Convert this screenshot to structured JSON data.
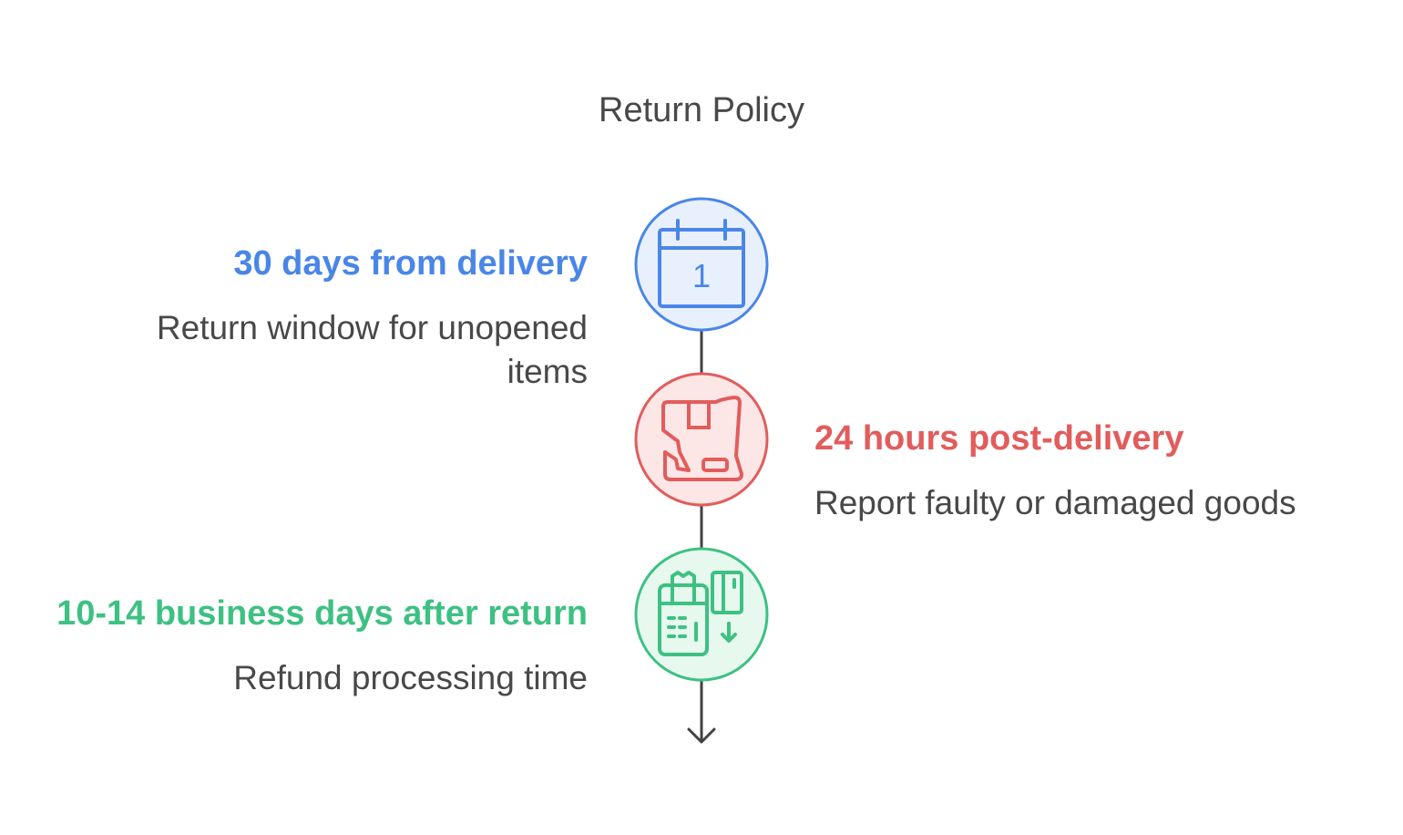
{
  "title": "Return Policy",
  "colors": {
    "blue": "#4a86e8",
    "blue_fill": "#e8f0fd",
    "red": "#e25c5c",
    "red_fill": "#fde6e6",
    "green": "#3dc182",
    "green_fill": "#e7f8ef",
    "text": "#484848",
    "connector": "#424242"
  },
  "steps": [
    {
      "heading": "30 days from delivery",
      "description": "Return window for unopened items",
      "icon": "calendar-icon",
      "icon_text": "1",
      "side": "left",
      "color": "blue"
    },
    {
      "heading": "24 hours post-delivery",
      "description": "Report faulty or damaged goods",
      "icon": "damaged-box-icon",
      "side": "right",
      "color": "red"
    },
    {
      "heading": "10-14 business days after return",
      "description": "Refund processing time",
      "icon": "payment-terminal-icon",
      "side": "left",
      "color": "green"
    }
  ]
}
